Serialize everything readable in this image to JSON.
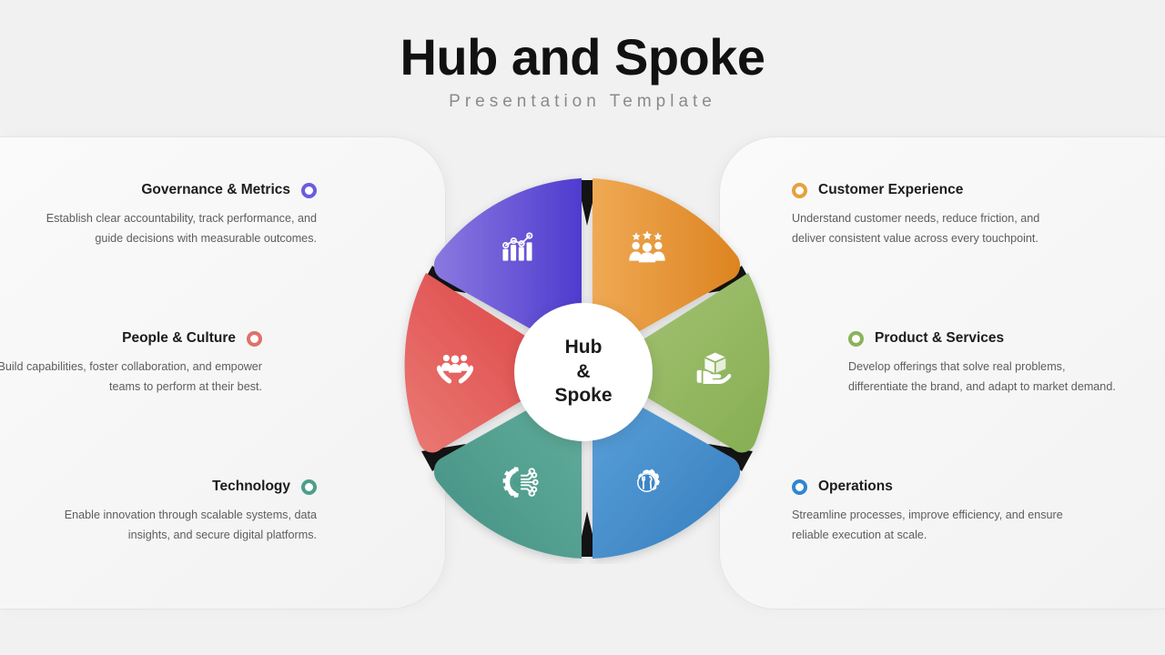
{
  "header": {
    "title": "Hub and Spoke",
    "subtitle": "Presentation Template"
  },
  "hub": {
    "line1": "Hub",
    "line2": "&",
    "line3": "Spoke",
    "color": "#ffffff"
  },
  "palette": {
    "purple": "#5b4bd6",
    "purple_light": "#8a79e0",
    "orange": "#e08a2c",
    "orange_light": "#eda54e",
    "green": "#8cb35b",
    "green_light": "#a3c272",
    "blue": "#3d86c6",
    "blue_light": "#5aa0da",
    "teal": "#4d9e8d",
    "teal_light": "#63ae9d",
    "red": "#df4a4a",
    "red_light": "#e8736f",
    "shadow": "#111111",
    "page_bg": "#f1f1f1",
    "panel_bg": "#f7f7f7",
    "text_dark": "#1c1c1c",
    "text_body": "#5d5d5d"
  },
  "segments": [
    {
      "id": "governance",
      "label": "Governance & Metrics",
      "icon": "analytics-bar-chart-icon",
      "color": "#5b4bd6",
      "color_light": "#8a79e0",
      "position": "top-left"
    },
    {
      "id": "customer-experience",
      "label": "Customer Experience",
      "icon": "people-stars-icon",
      "color": "#e08a2c",
      "color_light": "#eda54e",
      "position": "top-right"
    },
    {
      "id": "product-services",
      "label": "Product & Services",
      "icon": "hand-package-icon",
      "color": "#8cb35b",
      "color_light": "#a3c272",
      "position": "right"
    },
    {
      "id": "operations",
      "label": "Operations",
      "icon": "gear-tools-icon",
      "color": "#3d86c6",
      "color_light": "#5aa0da",
      "position": "bottom-right"
    },
    {
      "id": "technology",
      "label": "Technology",
      "icon": "gear-circuit-icon",
      "color": "#4d9e8d",
      "color_light": "#63ae9d",
      "position": "bottom-left"
    },
    {
      "id": "people-culture",
      "label": "People & Culture",
      "icon": "hands-people-icon",
      "color": "#df4a4a",
      "color_light": "#e8736f",
      "position": "left"
    }
  ],
  "left_column": [
    {
      "id": "governance",
      "title": "Governance & Metrics",
      "desc": "Establish clear accountability, track performance, and guide decisions with measurable outcomes.",
      "marker_color": "#6b5ce0"
    },
    {
      "id": "people-culture",
      "title": "People & Culture",
      "desc": "Build capabilities, foster collaboration, and empower teams to perform at their best.",
      "marker_color": "#e0706c"
    },
    {
      "id": "technology",
      "title": "Technology",
      "desc": "Enable innovation through scalable systems, data insights, and secure digital platforms.",
      "marker_color": "#4d9e8d"
    }
  ],
  "right_column": [
    {
      "id": "customer-experience",
      "title": "Customer Experience",
      "desc": "Understand customer needs, reduce friction, and deliver consistent value across every touchpoint.",
      "marker_color": "#e5a13c"
    },
    {
      "id": "product-services",
      "title": "Product & Services",
      "desc": "Develop offerings that solve real problems, differentiate the brand, and adapt to market demand.",
      "marker_color": "#8cb35b"
    },
    {
      "id": "operations",
      "title": "Operations",
      "desc": "Streamline processes, improve efficiency, and ensure reliable execution at scale.",
      "marker_color": "#2f86d0"
    }
  ]
}
